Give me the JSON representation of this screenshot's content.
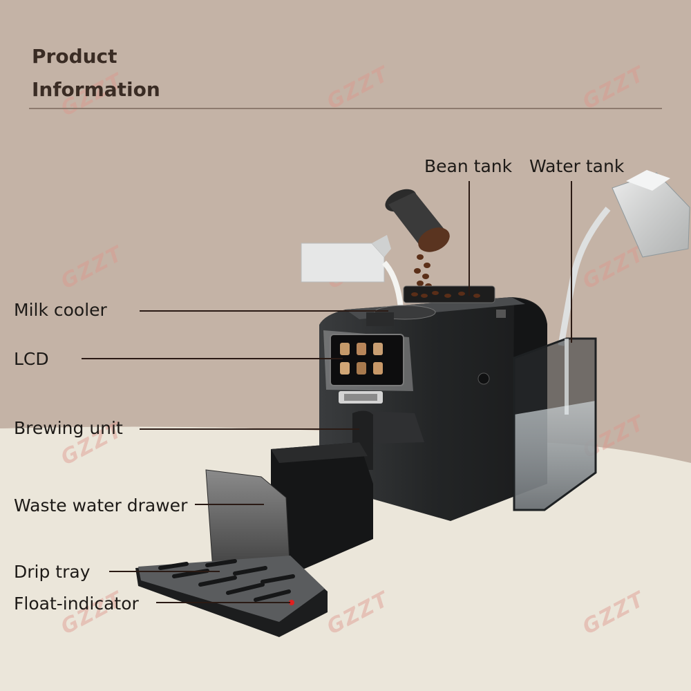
{
  "header": {
    "title": "Product\nInformation"
  },
  "labels": {
    "bean_tank": "Bean tank",
    "water_tank": "Water tank",
    "milk_cooler": "Milk cooler",
    "lcd": "LCD",
    "brewing_unit": "Brewing unit",
    "waste_water_drawer": "Waste water drawer",
    "drip_tray": "Drip tray",
    "float_indicator": "Float-indicator"
  },
  "watermark": "GZZT",
  "colors": {
    "background_top": "#c4b3a6",
    "background_bottom": "#ebe6da",
    "machine_body": "#2b2d2f",
    "float_indicator_light": "#e02020"
  }
}
